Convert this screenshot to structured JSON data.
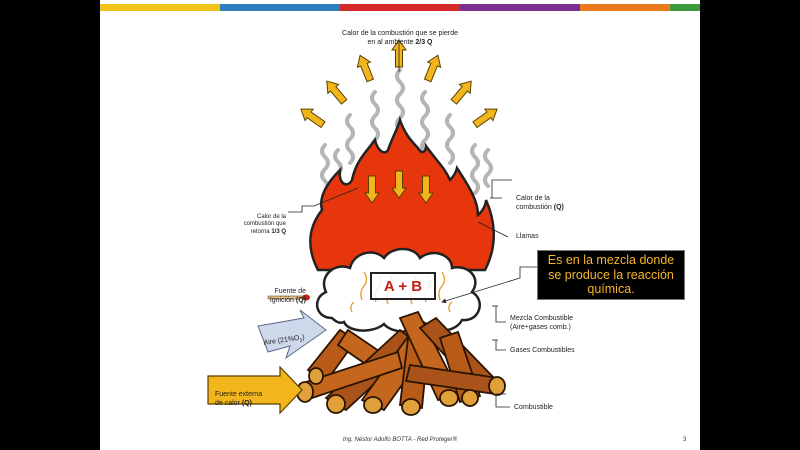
{
  "stripes": [
    "#f2c318",
    "#2f7fc0",
    "#d42a2a",
    "#7a2e8f",
    "#ea7a1b",
    "#3c9a3c"
  ],
  "colors": {
    "flame": "#e8360c",
    "heat_arrow": "#f2b61c",
    "wood": "#c4661d",
    "wood_end": "#e0a03a",
    "callout_text": "#f5b42c",
    "ab_text": "#c0201a",
    "air_arrow": "#cdd8ea",
    "external_heat_arrow": "#f2b61c"
  },
  "labels": {
    "heat_lost": "Calor de la combustión que se pierde\nen al ambiente ",
    "heat_lost_q": "2/3 Q",
    "heat_combustion": "Calor de la\ncombustión ",
    "heat_combustion_q": "(Q)",
    "heat_return": "Calor de la\ncombustión que\nretorna ",
    "heat_return_q": "1/3 Q",
    "flames": "Llamas",
    "ignition": "Fuente de\nIgnición ",
    "ignition_q": "(Q)",
    "air_text": "Aire (21%O",
    "air_sub": "2",
    "air_close": ")",
    "external_heat": "Fuente externa\nde calor ",
    "external_heat_q": "(Q)",
    "mixture": "Mezcla Combustible\n(Aire+gases comb.)",
    "gases": "Gases Combustibles",
    "fuel": "Combustible",
    "ab": "A + B"
  },
  "callout": "Es en la mezcla donde\nse produce la reacción\nquímica.",
  "footer": "Ing. Néstor Adolfo BOTTA - Red Proteger®",
  "page_number": "3"
}
